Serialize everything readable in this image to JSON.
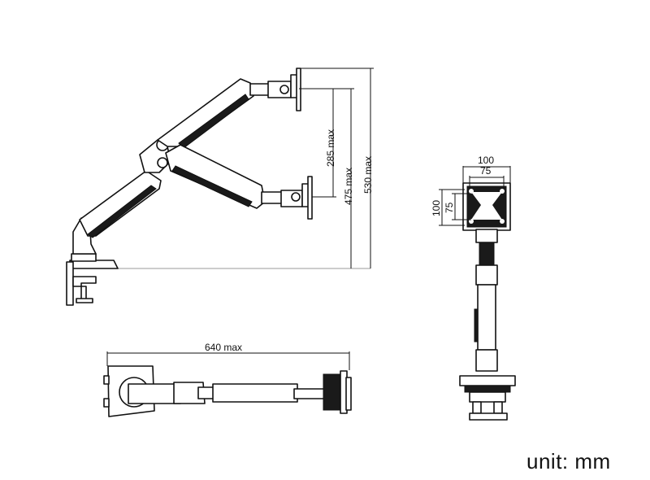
{
  "dimensions": {
    "h_285": "285 max",
    "h_475": "475 max",
    "h_530": "530 max",
    "w_640": "640 max",
    "vesa_w_100": "100",
    "vesa_w_75": "75",
    "vesa_h_100": "100",
    "vesa_h_75": "75"
  },
  "unit_label": "unit: mm"
}
